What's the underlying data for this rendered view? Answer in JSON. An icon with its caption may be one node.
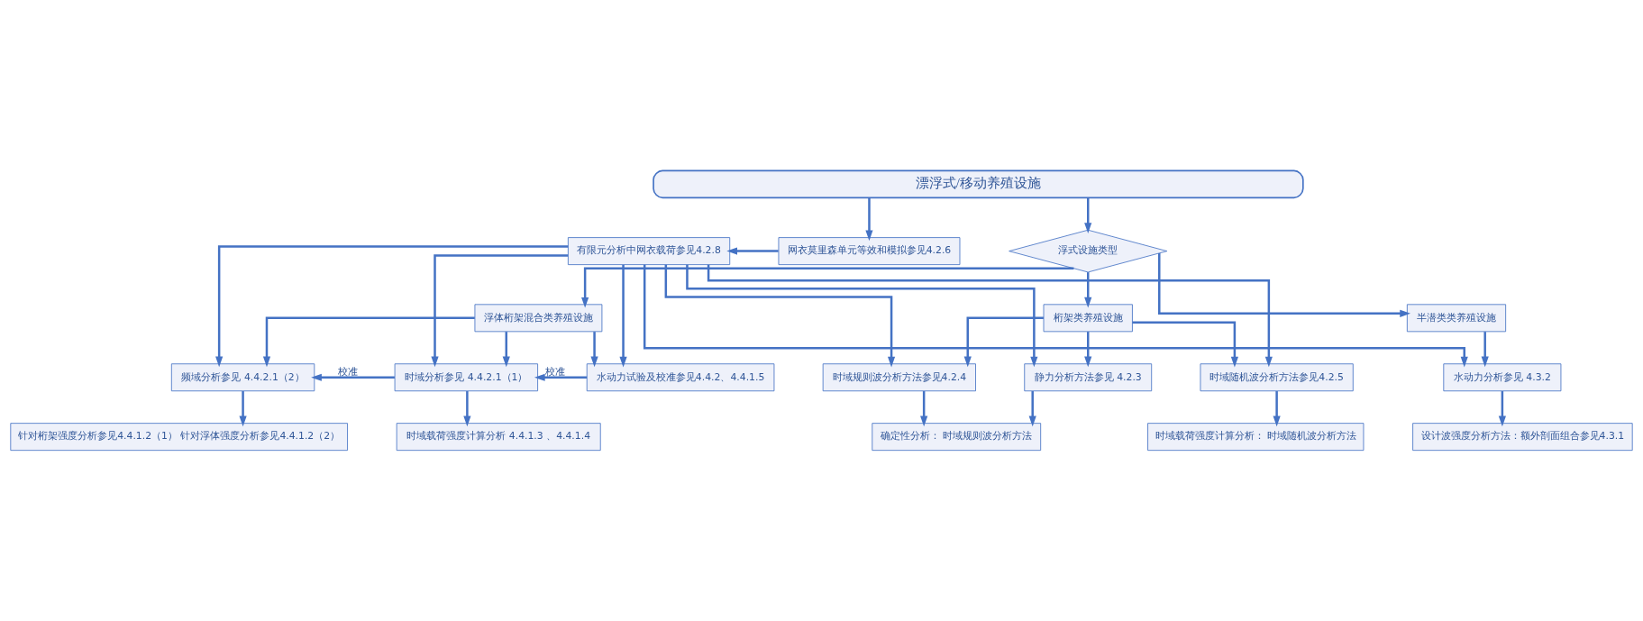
{
  "diagram": {
    "nodes": [
      {
        "text": [
          "漂浮式/移动养殖设施"
        ]
      },
      {
        "text": [
          "网衣莫里森单元等效和模拟参见4.2.6"
        ]
      },
      {
        "text": [
          "浮式设施类型"
        ]
      },
      {
        "text": [
          "有限元分析中网衣载荷参见4.2.8"
        ]
      },
      {
        "text": [
          "半潜类类养殖设施"
        ]
      },
      {
        "text": [
          "桁架类养殖设施"
        ]
      },
      {
        "text": [
          "浮体桁架混合类养殖设施"
        ]
      },
      {
        "text": [
          "水动力分析参见 4.3.2"
        ]
      },
      {
        "text": [
          "静力分析方法参见 4.2.3"
        ]
      },
      {
        "text": [
          "时域规则波分析方法参见4.2.4"
        ]
      },
      {
        "text": [
          "时域随机波分析方法参见4.2.5"
        ]
      },
      {
        "text": [
          "频域分析参见 4.4.2.1（2）"
        ]
      },
      {
        "text": [
          "时域分析参见 4.4.2.1（1）"
        ]
      },
      {
        "text": [
          "水动力试验及校准参见4.4.2、4.4.1.5"
        ]
      },
      {
        "text": [
          "设计波强度分析方法：额外剖面组合参见4.3.1"
        ]
      },
      {
        "text": [
          "确定性分析： 时域规则波分析方法"
        ]
      },
      {
        "text": [
          "时域载荷强度计算分析： 时域随机波分析方法"
        ]
      },
      {
        "text": [
          "针对桁架强度分析参见4.4.1.2（1） 针对浮体强度分析参见4.4.1.2（2）"
        ]
      },
      {
        "text": [
          "时域载荷强度计算分析 4.4.1.3 、4.4.1.4"
        ]
      }
    ],
    "edges": [
      {
        "from": 0,
        "to": 1,
        "arrow": "to"
      },
      {
        "from": 0,
        "to": 2,
        "arrow": "to"
      },
      {
        "from": 1,
        "to": 3,
        "arrow": "to"
      },
      {
        "from": 2,
        "to": 4,
        "arrow": "to"
      },
      {
        "from": 2,
        "to": 5,
        "arrow": "to"
      },
      {
        "from": 2,
        "to": 6,
        "arrow": "to"
      },
      {
        "from": 4,
        "to": 7,
        "arrow": "to"
      },
      {
        "from": 5,
        "to": 8,
        "arrow": "to"
      },
      {
        "from": 5,
        "to": 9,
        "arrow": "to"
      },
      {
        "from": 5,
        "to": 10,
        "arrow": "to"
      },
      {
        "from": 6,
        "to": 11,
        "arrow": "to"
      },
      {
        "from": 6,
        "to": 12,
        "arrow": "to"
      },
      {
        "from": 6,
        "to": 13,
        "arrow": "to"
      },
      {
        "from": 3,
        "to": 7,
        "arrow": "to"
      },
      {
        "from": 3,
        "to": 8,
        "arrow": "to"
      },
      {
        "from": 3,
        "to": 9,
        "arrow": "to"
      },
      {
        "from": 3,
        "to": 10,
        "arrow": "to"
      },
      {
        "from": 3,
        "to": 11,
        "arrow": "to"
      },
      {
        "from": 3,
        "to": 12,
        "arrow": "to"
      },
      {
        "from": 3,
        "to": 13,
        "arrow": "to"
      },
      {
        "from": 12,
        "to": 11,
        "arrow": "to",
        "label": "校准"
      },
      {
        "from": 13,
        "to": 12,
        "arrow": "to",
        "label": "校准"
      },
      {
        "from": 7,
        "to": 14,
        "arrow": "to"
      },
      {
        "from": 8,
        "to": 15,
        "arrow": "to"
      },
      {
        "from": 9,
        "to": 15,
        "arrow": "to"
      },
      {
        "from": 10,
        "to": 16,
        "arrow": "to"
      },
      {
        "from": 11,
        "to": 17,
        "arrow": "to"
      },
      {
        "from": 12,
        "to": 18,
        "arrow": "to"
      }
    ]
  }
}
